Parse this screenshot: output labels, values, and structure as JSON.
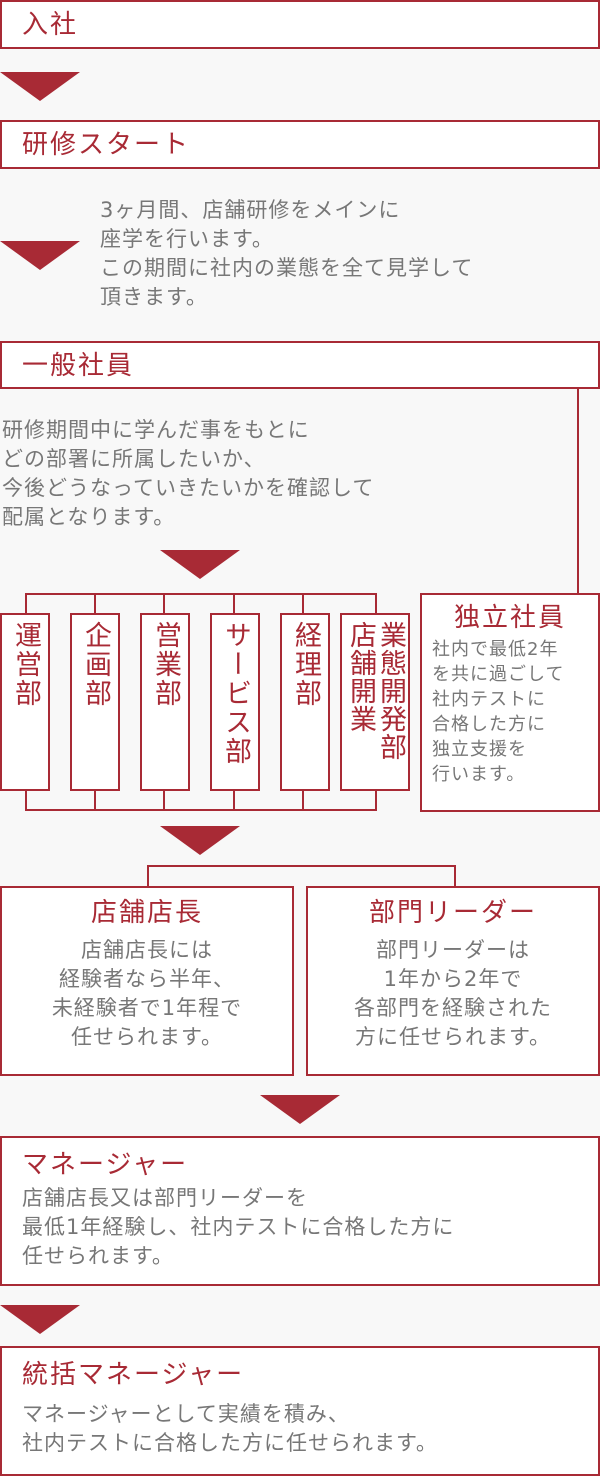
{
  "steps": {
    "join": {
      "title": "入社"
    },
    "training": {
      "title": "研修スタート",
      "desc": [
        "3ヶ月間、店舗研修をメインに",
        "座学を行います。",
        "この期間に社内の業態を全て見学して",
        "頂きます。"
      ]
    },
    "general": {
      "title": "一般社員",
      "desc": [
        "研修期間中に学んだ事をもとに",
        "どの部署に所属したいか、",
        "今後どうなっていきたいかを確認して",
        "配属となります。"
      ]
    },
    "departments": [
      "運営部",
      "企画部",
      "営業部",
      "サービス部",
      "経理部"
    ],
    "dept_last": {
      "left": "店舗開業",
      "right": "業態開発部"
    },
    "independent": {
      "title": "独立社員",
      "desc": [
        "社内で最低2年",
        "を共に過ごして",
        "社内テストに",
        "合格した方に",
        "独立支援を",
        "行います。"
      ]
    },
    "store_manager": {
      "title": "店舗店長",
      "desc": [
        "店舗店長には",
        "経験者なら半年、",
        "未経験者で1年程で",
        "任せられます。"
      ]
    },
    "dept_leader": {
      "title": "部門リーダー",
      "desc": [
        "部門リーダーは",
        "1年から2年で",
        "各部門を経験された",
        "方に任せられます。"
      ]
    },
    "manager": {
      "title": "マネージャー",
      "desc": [
        "店舗店長又は部門リーダーを",
        "最低1年経験し、社内テストに合格した方に",
        "任せられます。"
      ]
    },
    "general_manager": {
      "title": "統括マネージャー",
      "desc": [
        "マネージャーとして実績を積み、",
        "社内テストに合格した方に任せられます。"
      ]
    }
  },
  "colors": {
    "accent": "#a82a35",
    "text": "#777777",
    "background": "#f8f8f8"
  }
}
